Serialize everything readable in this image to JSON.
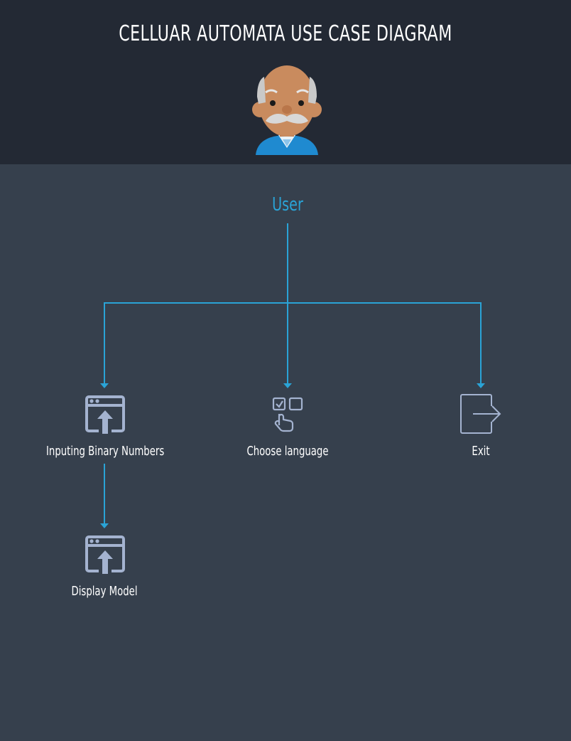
{
  "header": {
    "title": "CELLUAR AUTOMATA USE CASE DIAGRAM",
    "avatar_icon": "old-man-avatar-icon"
  },
  "diagram": {
    "actor": {
      "label": "User",
      "color": "#2aa3d6"
    },
    "nodes": [
      {
        "id": "input",
        "label": "Inputing Binary Numbers",
        "icon": "browser-upload-icon"
      },
      {
        "id": "language",
        "label": "Choose language",
        "icon": "select-touch-icon"
      },
      {
        "id": "exit",
        "label": "Exit",
        "icon": "exit-icon"
      },
      {
        "id": "display",
        "label": "Display Model",
        "icon": "browser-upload-icon"
      }
    ],
    "edges": [
      {
        "from": "User",
        "to": "input"
      },
      {
        "from": "User",
        "to": "language"
      },
      {
        "from": "User",
        "to": "exit"
      },
      {
        "from": "input",
        "to": "display"
      }
    ],
    "colors": {
      "header_bg": "#232934",
      "body_bg": "#36404d",
      "connector": "#2aa3d6",
      "icon": "#a4b3d0"
    }
  }
}
